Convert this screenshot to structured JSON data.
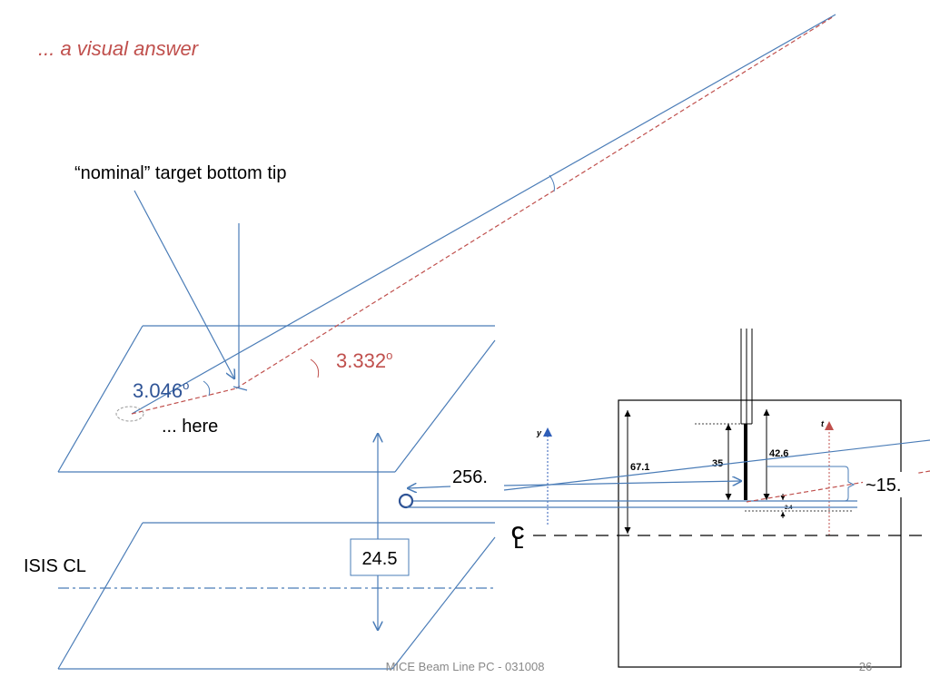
{
  "slide": {
    "title": "... a visual answer",
    "footer": "MICE Beam Line PC - 031008",
    "page_number": "26"
  },
  "labels": {
    "nominal_tip": "“nominal” target bottom tip",
    "here": "... here",
    "isis_cl": "ISIS CL",
    "height": "24.5",
    "distance": "256.",
    "offset": "~15."
  },
  "angles": {
    "blue_value": "3.046",
    "red_value": "3.332",
    "degree_mark": "o"
  },
  "inset": {
    "dim_67": "67.1",
    "dim_35": "35",
    "dim_42": "42.6",
    "dim_24": "2.4",
    "axis_y": "y",
    "axis_t": "t",
    "centerline_c": "C",
    "centerline_l": "L"
  },
  "colors": {
    "title": "#c0504d",
    "blue_line": "#4a7cb7",
    "red_line": "#c0504d",
    "black": "#000000"
  }
}
